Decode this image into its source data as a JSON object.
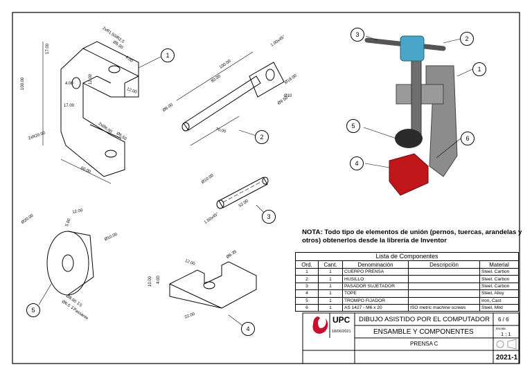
{
  "note": "NOTA: Todo tipo de elementos de unión (pernos, tuercas, arandelas y otros) obtenerlos desde la librería de Inventor",
  "bom": {
    "title": "Lista de Componentes",
    "headers": [
      "Ord.",
      "Cant.",
      "Denominación",
      "Descripción",
      "Material"
    ],
    "rows": [
      {
        "ord": "1",
        "cant": "1",
        "name": "CUERPO PRENSA",
        "desc": "",
        "mat": "Steel, Carbon"
      },
      {
        "ord": "2",
        "cant": "1",
        "name": "HUSILLO",
        "desc": "",
        "mat": "Steel, Carbon"
      },
      {
        "ord": "3",
        "cant": "1",
        "name": "PASADOR SUJETADOR",
        "desc": "",
        "mat": "Steel, Carbon"
      },
      {
        "ord": "4",
        "cant": "1",
        "name": "TOPE",
        "desc": "",
        "mat": "Steel, Alloy"
      },
      {
        "ord": "5",
        "cant": "1",
        "name": "TROMPO FIJADOR",
        "desc": "",
        "mat": "Iron, Cast"
      },
      {
        "ord": "6",
        "cant": "1",
        "name": "AS 1427 - M6 x 20",
        "desc": "ISO metric machine screws",
        "mat": "Steel, Mild"
      }
    ]
  },
  "titleblock": {
    "org": "UPC",
    "date": "18/06/2021",
    "course": "DIBUJO ASISTIDO POR EL COMPUTADOR",
    "sheet": "6 / 6",
    "drawing": "ENSAMBLE Y COMPONENTES",
    "scale_label": "Escala:",
    "scale": "1 : 1",
    "part": "PRENSA C",
    "term": "2021-1"
  },
  "balloons": {
    "body": "1",
    "spindle": "2",
    "pin": "3",
    "stop": "4",
    "knob": "5",
    "asm1": "1",
    "asm2": "2",
    "asm3": "3",
    "asm4": "4",
    "asm5": "5",
    "asm6": "6"
  },
  "dims": {
    "d1": "2xR1.50/R2.5",
    "d2": "Ø5.00",
    "d3": "4.00",
    "d4": "17.00",
    "d5": "100.00",
    "d6": "4.00",
    "d7": "17.00",
    "d8": "2xØ6.00",
    "d9": "Ø5.50",
    "d10": "2xR20.00",
    "d11": "60.00",
    "d12": "12.00",
    "d13": "12.00",
    "d14": "1.00x45°",
    "d15": "100.00",
    "d16": "80.00",
    "d17": "Ø18.00",
    "d18": "Ø6.00",
    "d19": "Ø9.50",
    "d20": "Ø10",
    "d21": "70.00",
    "d22": "Ø10.00",
    "d23": "52.00",
    "d24": "1.50x45°",
    "d25": "12.00",
    "d26": "Ø20.00",
    "d27": "5.00",
    "d28": "Ø10.00",
    "d29": "Ø8.00 ↧5",
    "d30": "Ø6.5 ↧Passante",
    "d31": "12.00",
    "d32": "Ø6.35",
    "d33": "10.00",
    "d34": "4.00",
    "d35": "22.00"
  },
  "colors": {
    "spindle_cap": "#4aa6c8",
    "stop": "#c0161a",
    "body": "#8c8c8c",
    "knob": "#2b2b2b",
    "logo": "#c8102e"
  }
}
